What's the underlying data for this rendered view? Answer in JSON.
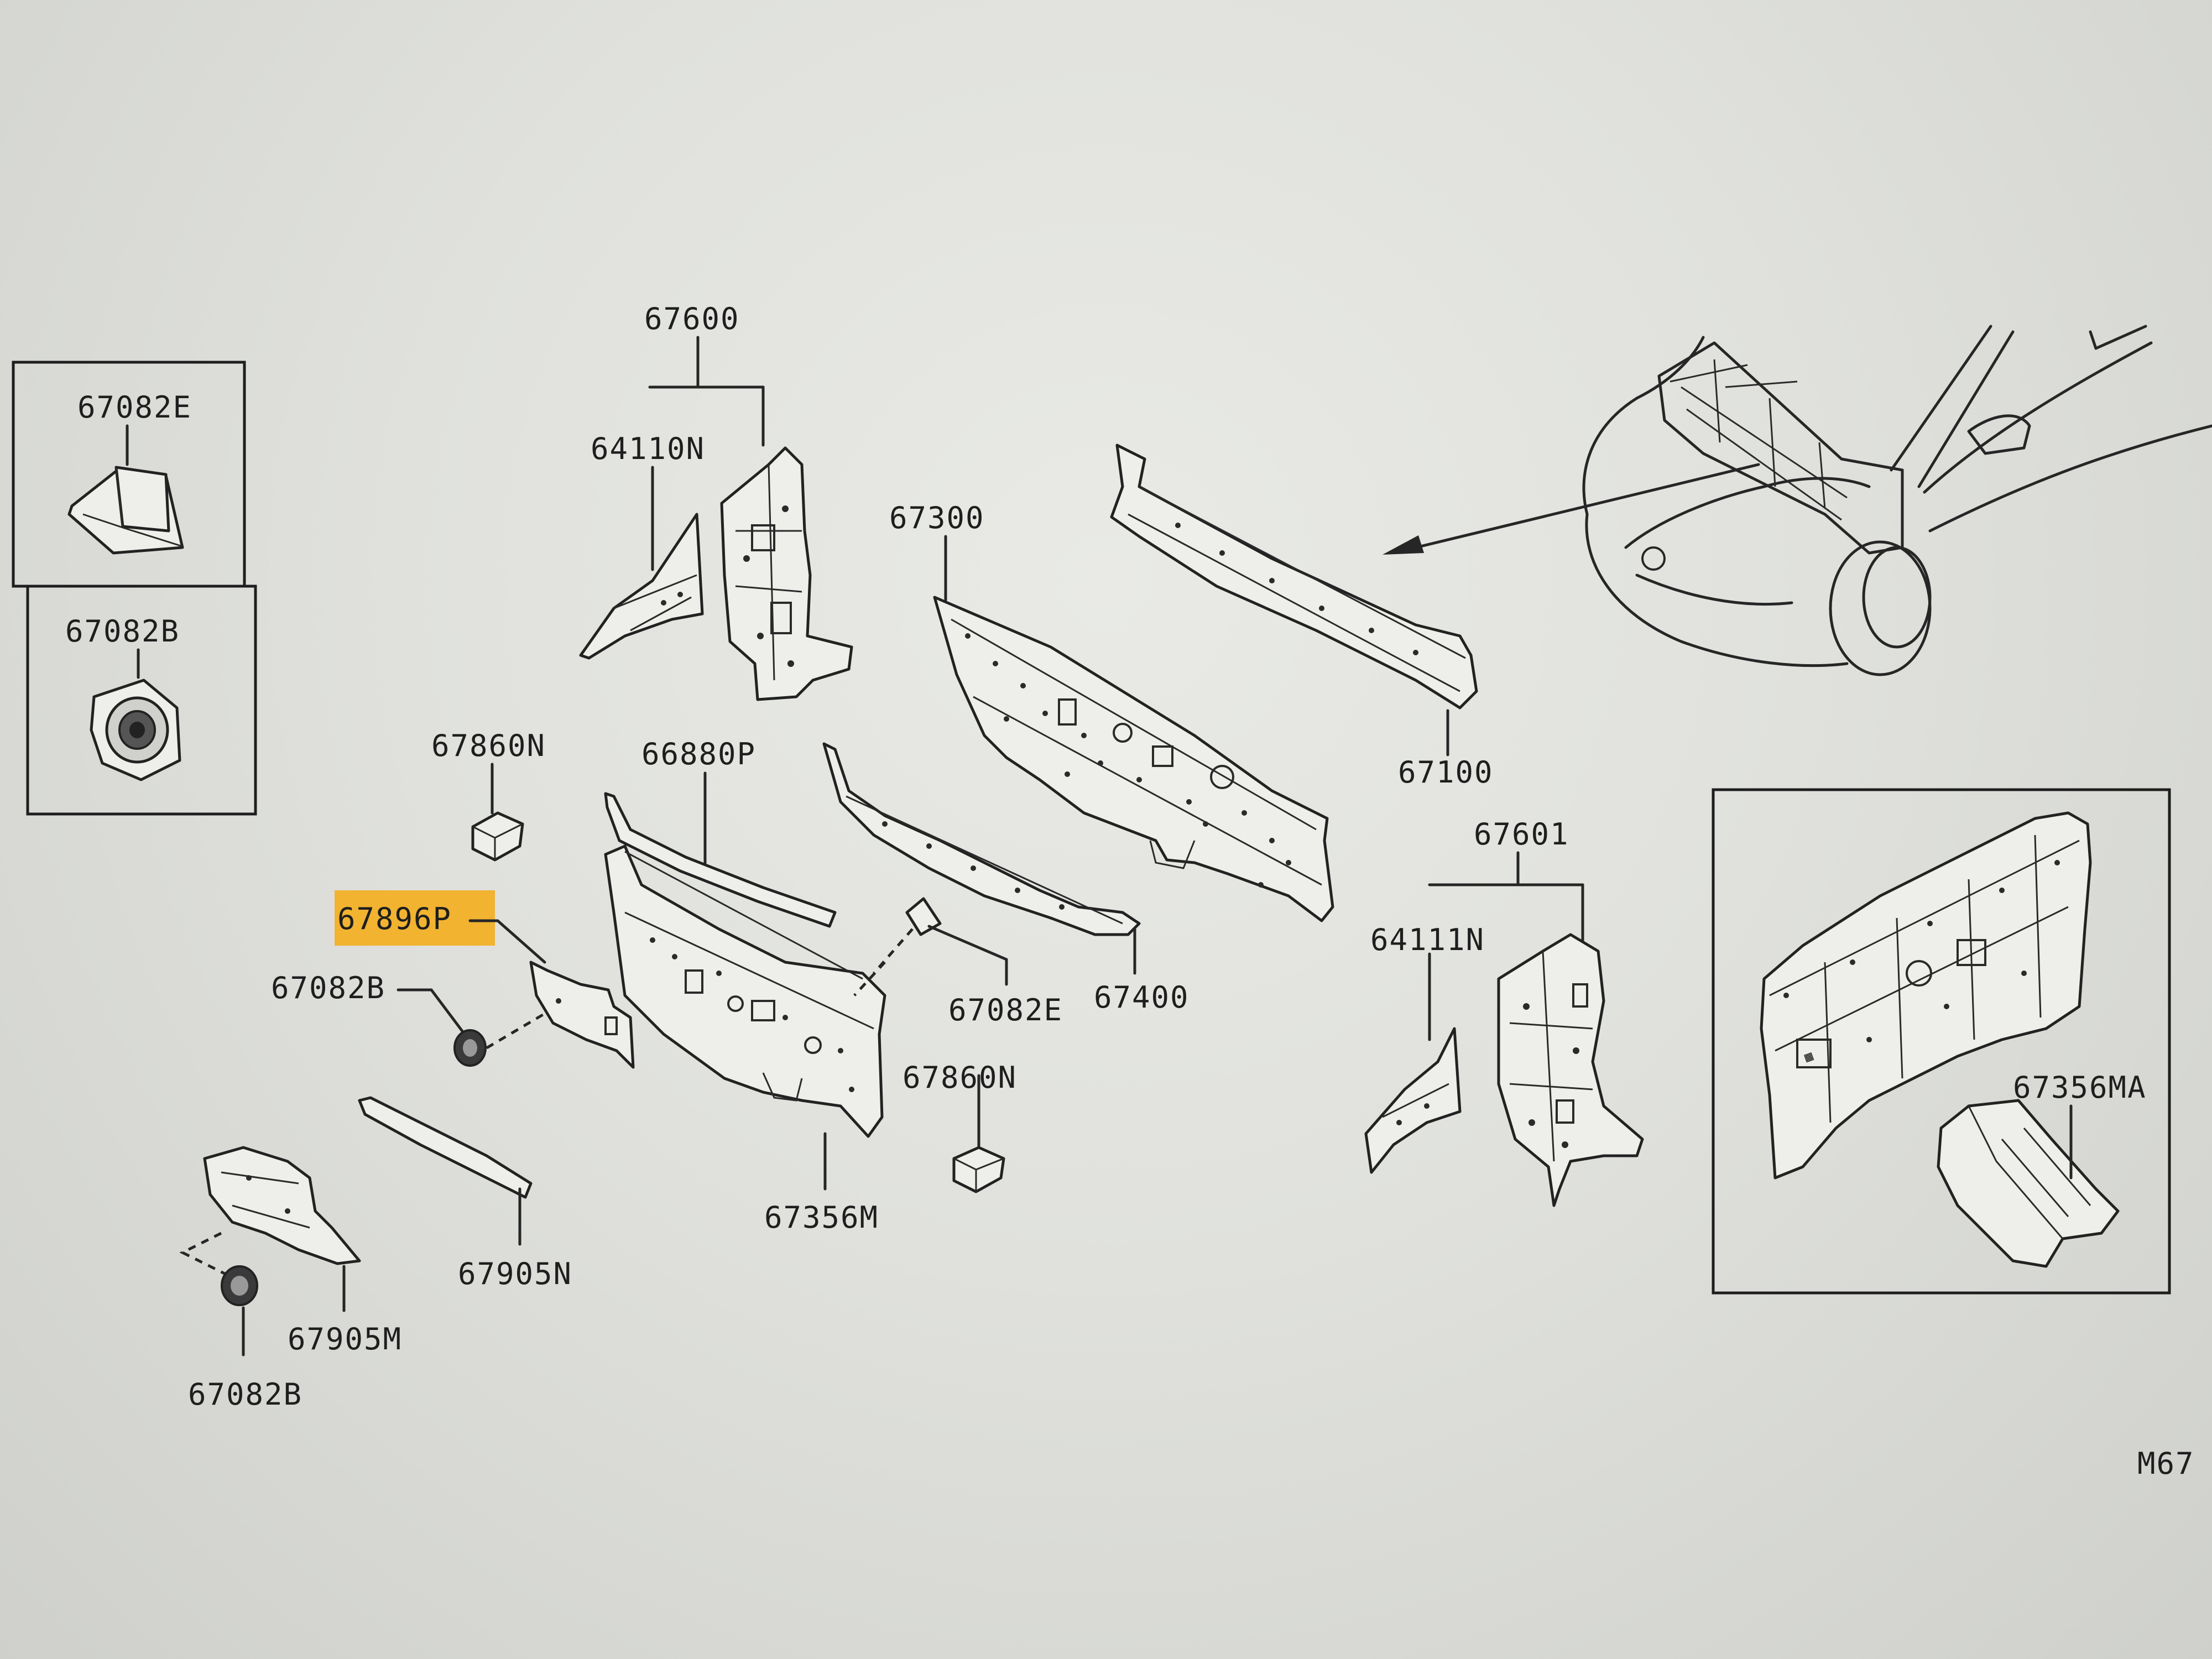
{
  "diagram": {
    "highlight_color": "#f1b330",
    "line_color": "#262626",
    "page_code": "M67",
    "labels": {
      "p67082E_box": "67082E",
      "p67082B_box": "67082B",
      "p67600": "67600",
      "p64110N": "64110N",
      "p67300": "67300",
      "p67100": "67100",
      "p67860N_left": "67860N",
      "p66880P": "66880P",
      "p67896P": "67896P",
      "p67082B_mid": "67082B",
      "p67082E_mid": "67082E",
      "p67400": "67400",
      "p67860N_right": "67860N",
      "p67356M": "67356M",
      "p67905N": "67905N",
      "p67905M": "67905M",
      "p67082B_bottom": "67082B",
      "p67601": "67601",
      "p64111N": "64111N",
      "p67356MA": "67356MA"
    }
  }
}
